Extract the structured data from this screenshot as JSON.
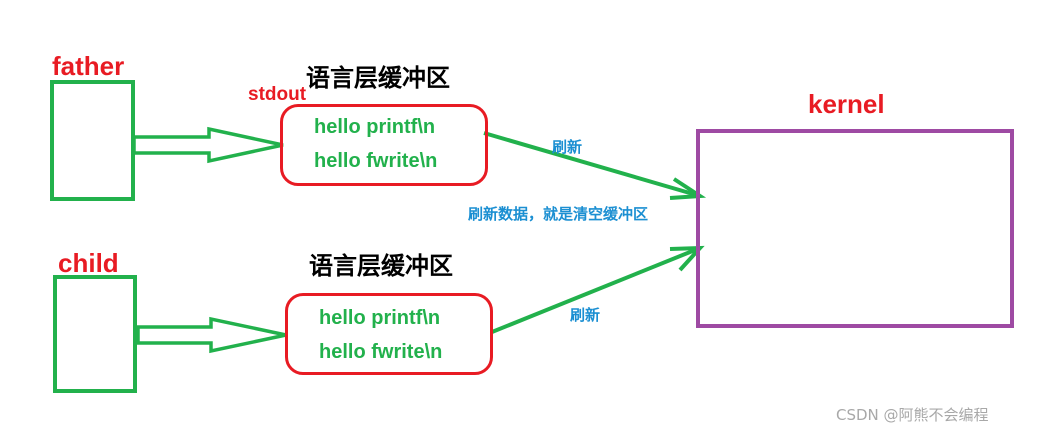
{
  "father": {
    "label": "father"
  },
  "child": {
    "label": "child"
  },
  "kernel": {
    "label": "kernel"
  },
  "father_buffer": {
    "title": "语言层缓冲区",
    "stream": "stdout",
    "lines": [
      "hello printf\\n",
      "hello fwrite\\n"
    ]
  },
  "child_buffer": {
    "title": "语言层缓冲区",
    "lines": [
      "hello printf\\n",
      "hello fwrite\\n"
    ]
  },
  "flush_label_top": "刷新",
  "flush_label_bottom": "刷新",
  "flush_note": "刷新数据，就是清空缓冲区",
  "watermark": "CSDN @阿熊不会编程",
  "colors": {
    "red": "#e81b23",
    "green": "#22b14c",
    "purple": "#9e4aa3",
    "blue": "#1b8fd2"
  }
}
